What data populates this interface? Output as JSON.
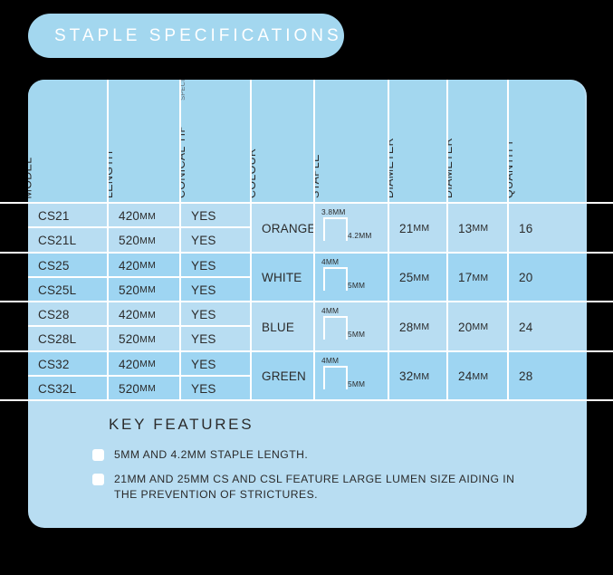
{
  "banner": {
    "title": "STAPLE SPECIFICATIONS"
  },
  "theme": {
    "background": "#000000",
    "panel_light": "#b8ddf2",
    "panel_dark": "#9ed5f2",
    "header_blue": "#a3d7ef",
    "gridline": "#ffffff",
    "text": "#2b2b2b",
    "note_text": "#5e6b73"
  },
  "table": {
    "headers": [
      {
        "id": "model",
        "lines": "MODEL"
      },
      {
        "id": "total_working_length",
        "lines": "TOTAL WORKING\nLENGTH"
      },
      {
        "id": "conical_tip",
        "lines": "AVAILABLE WITH\nCONICAL TIP",
        "note": "* AVAILABLE ON\nSPECIAL ORDER"
      },
      {
        "id": "cartridge_colour",
        "lines": "CARTRIDGE\nCOLOUR"
      },
      {
        "id": "size_of_staple",
        "lines": "SIZE OF\nSTAPLE"
      },
      {
        "id": "outside_diameter",
        "lines": "OUTSIDE\nDIAMETER"
      },
      {
        "id": "cutting_diameter",
        "lines": "CUTTING\nDIAMETER"
      },
      {
        "id": "staple_quantity",
        "lines": "STAPLE\nQUANTITY"
      }
    ],
    "groups": [
      {
        "shade": "light",
        "cartridge_colour": "ORANGE",
        "staple": {
          "top_label": "3.8MM",
          "side_label": "4.2MM"
        },
        "outside_diameter": "21MM",
        "cutting_diameter": "13MM",
        "staple_quantity": "16",
        "rows": [
          {
            "model": "CS21",
            "total_working_length": "420MM",
            "conical_tip": "YES"
          },
          {
            "model": "CS21L",
            "total_working_length": "520MM",
            "conical_tip": "YES"
          }
        ]
      },
      {
        "shade": "dark",
        "cartridge_colour": "WHITE",
        "staple": {
          "top_label": "4MM",
          "side_label": "5MM"
        },
        "outside_diameter": "25MM",
        "cutting_diameter": "17MM",
        "staple_quantity": "20",
        "rows": [
          {
            "model": "CS25",
            "total_working_length": "420MM",
            "conical_tip": "YES"
          },
          {
            "model": "CS25L",
            "total_working_length": "520MM",
            "conical_tip": "YES"
          }
        ]
      },
      {
        "shade": "light",
        "cartridge_colour": "BLUE",
        "staple": {
          "top_label": "4MM",
          "side_label": "5MM"
        },
        "outside_diameter": "28MM",
        "cutting_diameter": "20MM",
        "staple_quantity": "24",
        "rows": [
          {
            "model": "CS28",
            "total_working_length": "420MM",
            "conical_tip": "YES"
          },
          {
            "model": "CS28L",
            "total_working_length": "520MM",
            "conical_tip": "YES"
          }
        ]
      },
      {
        "shade": "dark",
        "cartridge_colour": "GREEN",
        "staple": {
          "top_label": "4MM",
          "side_label": "5MM"
        },
        "outside_diameter": "32MM",
        "cutting_diameter": "24MM",
        "staple_quantity": "28",
        "rows": [
          {
            "model": "CS32",
            "total_working_length": "420MM",
            "conical_tip": "YES"
          },
          {
            "model": "CS32L",
            "total_working_length": "520MM",
            "conical_tip": "YES"
          }
        ]
      }
    ]
  },
  "key_features": {
    "title": "KEY FEATURES",
    "items": [
      "5MM AND 4.2MM STAPLE LENGTH.",
      "21MM AND 25MM CS AND CSL FEATURE LARGE LUMEN SIZE AIDING IN THE PREVENTION OF STRICTURES."
    ]
  }
}
